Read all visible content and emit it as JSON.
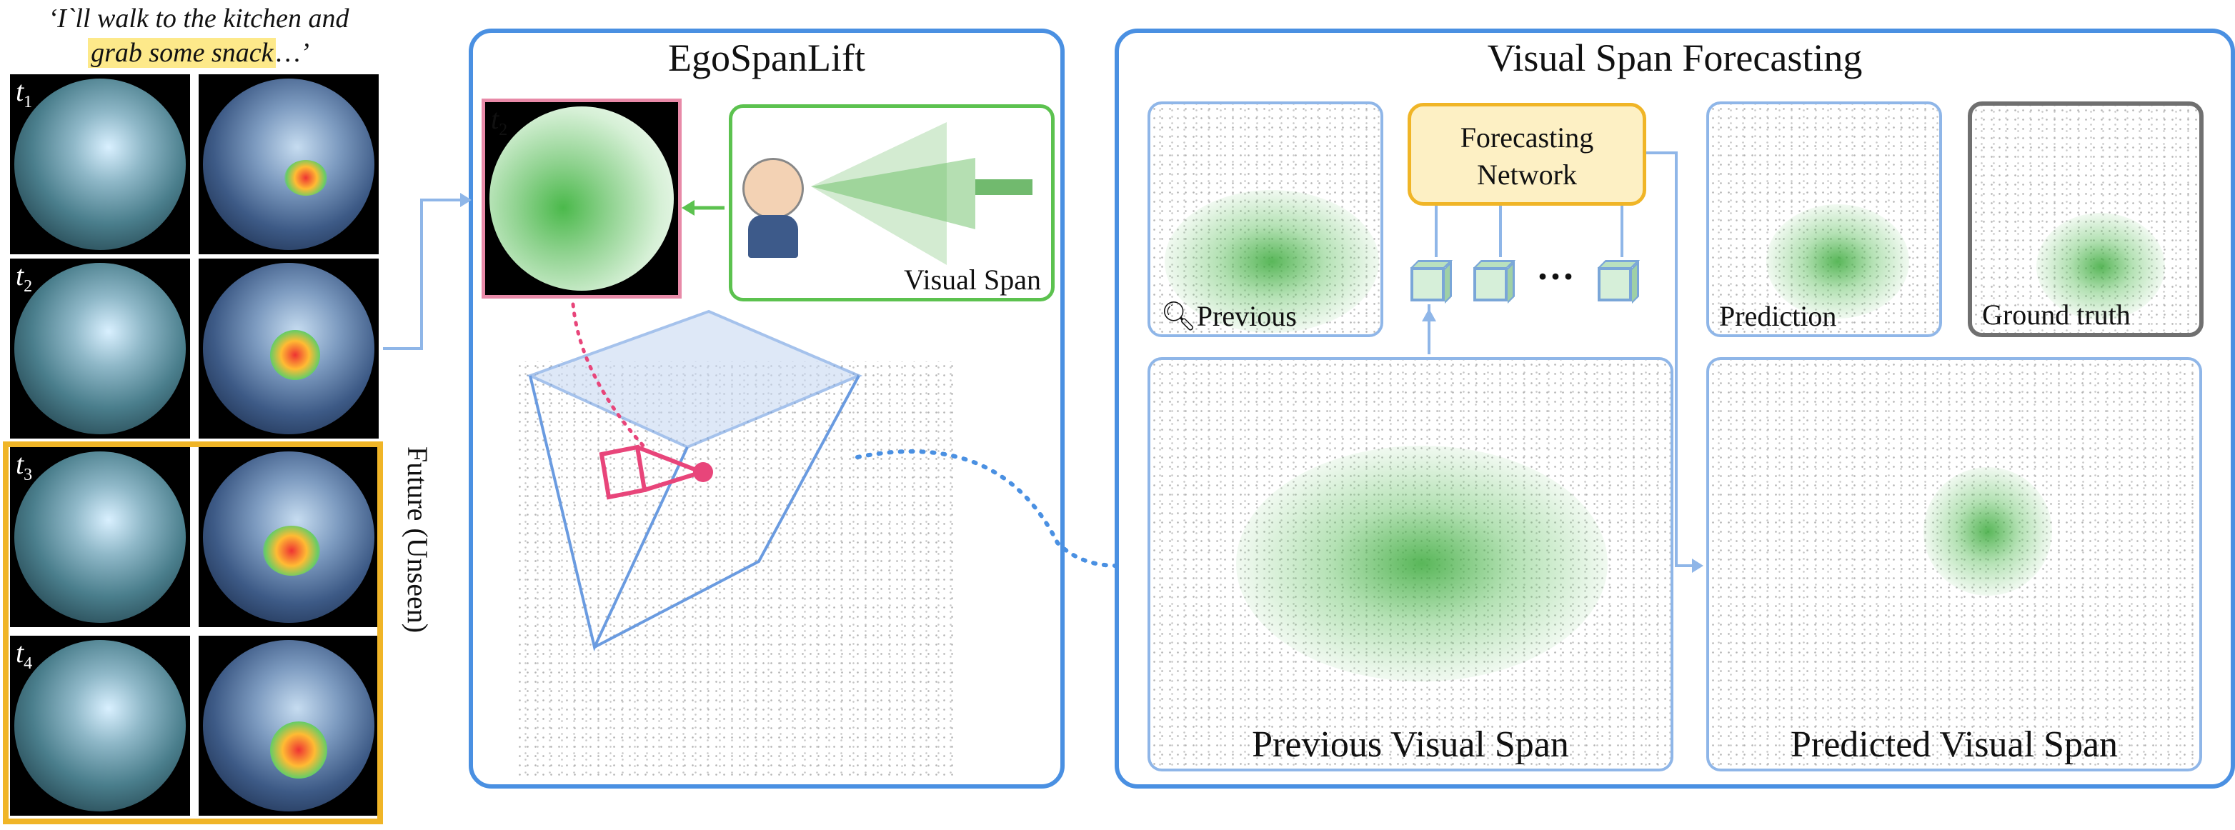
{
  "quote": {
    "line1": "‘I`ll walk to the kitchen and",
    "highlight": "grab some snack",
    "ellipsis": "…’"
  },
  "frames": [
    {
      "label": "t",
      "sub": "1",
      "future": false
    },
    {
      "label": "t",
      "sub": "2",
      "future": false
    },
    {
      "label": "t",
      "sub": "3",
      "future": true
    },
    {
      "label": "t",
      "sub": "4",
      "future": true
    }
  ],
  "future_label": "Future (Unseen)",
  "egospanlift": {
    "title": "EgoSpanLift",
    "inset_label": "t",
    "inset_sub": "2",
    "visual_span_label": "Visual Span"
  },
  "forecasting": {
    "title": "Visual Span Forecasting",
    "network_line1": "Forecasting",
    "network_line2": "Network",
    "ellipsis": "···",
    "previous_label": "Previous",
    "prediction_label": "Prediction",
    "ground_truth_label": "Ground truth",
    "previous_span_label": "Previous Visual Span",
    "predicted_span_label": "Predicted Visual Span"
  },
  "colors": {
    "panel_blue": "#4a90e2",
    "sub_blue": "#8fb6e8",
    "future_gold": "#f0b527",
    "highlight_yellow": "#fde98a",
    "green_span": "#5cc24f",
    "frustum_pink": "#e8457a"
  }
}
